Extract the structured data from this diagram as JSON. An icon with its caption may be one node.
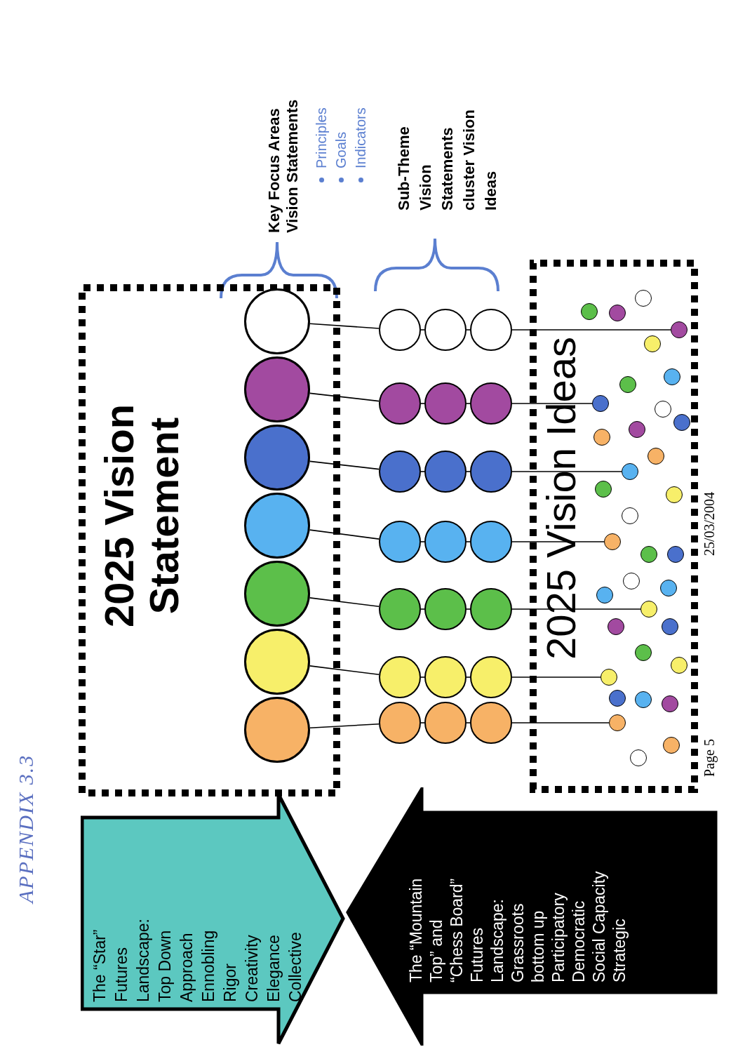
{
  "diagram": {
    "nodes": [
      {
        "text": [
          "2025 Vision Statement"
        ]
      },
      {
        "text": [],
        "shape": "circle",
        "in": 0
      },
      {
        "text": [],
        "shape": "circle",
        "in": 0
      },
      {
        "text": [],
        "shape": "circle",
        "in": 0
      },
      {
        "text": [],
        "shape": "circle",
        "in": 0
      },
      {
        "text": [],
        "shape": "circle",
        "in": 0
      },
      {
        "text": [],
        "shape": "circle",
        "in": 0
      },
      {
        "text": [],
        "shape": "circle",
        "in": 0
      },
      {
        "text": [],
        "shape": "circle"
      },
      {
        "text": [],
        "shape": "circle"
      },
      {
        "text": [],
        "shape": "circle"
      },
      {
        "text": [],
        "shape": "circle"
      },
      {
        "text": [],
        "shape": "circle"
      },
      {
        "text": [],
        "shape": "circle"
      },
      {
        "text": [],
        "shape": "circle"
      },
      {
        "text": [],
        "shape": "circle"
      },
      {
        "text": [],
        "shape": "circle"
      },
      {
        "text": [],
        "shape": "circle"
      },
      {
        "text": [],
        "shape": "circle"
      },
      {
        "text": [],
        "shape": "circle"
      },
      {
        "text": [],
        "shape": "circle"
      },
      {
        "text": [],
        "shape": "circle"
      },
      {
        "text": [],
        "shape": "circle"
      },
      {
        "text": [],
        "shape": "circle"
      },
      {
        "text": [],
        "shape": "circle"
      },
      {
        "text": [],
        "shape": "circle"
      },
      {
        "text": [],
        "shape": "circle"
      },
      {
        "text": [],
        "shape": "circle"
      },
      {
        "text": [],
        "shape": "circle"
      },
      {
        "text": [
          "2025 Vision Ideas"
        ]
      },
      {
        "text": [],
        "shape": "circle",
        "in": 29
      },
      {
        "text": [],
        "shape": "circle",
        "in": 29
      },
      {
        "text": [],
        "shape": "circle",
        "in": 29
      },
      {
        "text": [],
        "shape": "circle",
        "in": 29
      },
      {
        "text": [],
        "shape": "circle",
        "in": 29
      },
      {
        "text": [],
        "shape": "circle",
        "in": 29
      },
      {
        "text": [],
        "shape": "circle",
        "in": 29
      },
      {
        "text": [],
        "shape": "circle",
        "in": 29
      },
      {
        "text": [],
        "shape": "circle",
        "in": 29
      },
      {
        "text": [],
        "shape": "circle",
        "in": 29
      },
      {
        "text": [],
        "shape": "circle",
        "in": 29
      },
      {
        "text": [],
        "shape": "circle",
        "in": 29
      },
      {
        "text": [],
        "shape": "circle",
        "in": 29
      },
      {
        "text": [],
        "shape": "circle",
        "in": 29
      },
      {
        "text": [],
        "shape": "circle",
        "in": 29
      },
      {
        "text": [],
        "shape": "circle",
        "in": 29
      },
      {
        "text": [],
        "shape": "circle",
        "in": 29
      },
      {
        "text": [],
        "shape": "circle",
        "in": 29
      },
      {
        "text": [],
        "shape": "circle",
        "in": 29
      },
      {
        "text": [],
        "shape": "circle",
        "in": 29
      },
      {
        "text": [],
        "shape": "circle",
        "in": 29
      },
      {
        "text": [],
        "shape": "circle",
        "in": 29
      },
      {
        "text": [],
        "shape": "circle",
        "in": 29
      },
      {
        "text": [],
        "shape": "circle",
        "in": 29
      },
      {
        "text": [],
        "shape": "circle",
        "in": 29
      },
      {
        "text": [],
        "shape": "circle",
        "in": 29
      },
      {
        "text": [],
        "shape": "circle",
        "in": 29
      },
      {
        "text": [],
        "shape": "circle",
        "in": 29
      },
      {
        "text": [],
        "shape": "circle",
        "in": 29
      },
      {
        "text": [],
        "shape": "circle",
        "in": 29
      },
      {
        "text": [],
        "shape": "circle",
        "in": 29
      },
      {
        "text": [],
        "shape": "circle",
        "in": 29
      },
      {
        "text": [],
        "shape": "circle",
        "in": 29
      },
      {
        "text": [],
        "shape": "circle",
        "in": 29
      },
      {
        "text": [],
        "shape": "circle",
        "in": 29
      },
      {
        "text": [
          "The “Star” Futures Landscape: Top Down Approach Ennobling Rigor Creativity Elegance Collective"
        ]
      },
      {
        "text": [
          "The “Mountain Top” and “Chess Board” Futures Landscape: Grassroots bottom up Participatory Democratic Social Capacity Strategic"
        ]
      }
    ],
    "edges": [
      {
        "from": 1,
        "to": 8,
        "arrow": "none"
      },
      {
        "from": 8,
        "to": 15,
        "arrow": "none"
      },
      {
        "from": 15,
        "to": 22,
        "arrow": "none"
      },
      {
        "from": 22,
        "to": 32,
        "arrow": "none"
      },
      {
        "from": 2,
        "to": 9,
        "arrow": "none"
      },
      {
        "from": 9,
        "to": 16,
        "arrow": "none"
      },
      {
        "from": 16,
        "to": 23,
        "arrow": "none"
      },
      {
        "from": 23,
        "to": 36,
        "arrow": "none"
      },
      {
        "from": 3,
        "to": 10,
        "arrow": "none"
      },
      {
        "from": 10,
        "to": 17,
        "arrow": "none"
      },
      {
        "from": 17,
        "to": 24,
        "arrow": "none"
      },
      {
        "from": 24,
        "to": 41,
        "arrow": "none"
      },
      {
        "from": 4,
        "to": 11,
        "arrow": "none"
      },
      {
        "from": 11,
        "to": 18,
        "arrow": "none"
      },
      {
        "from": 18,
        "to": 25,
        "arrow": "none"
      },
      {
        "from": 25,
        "to": 47,
        "arrow": "none"
      },
      {
        "from": 5,
        "to": 12,
        "arrow": "none"
      },
      {
        "from": 12,
        "to": 19,
        "arrow": "none"
      },
      {
        "from": 19,
        "to": 26,
        "arrow": "none"
      },
      {
        "from": 26,
        "to": 51,
        "arrow": "none"
      },
      {
        "from": 6,
        "to": 13,
        "arrow": "none"
      },
      {
        "from": 13,
        "to": 20,
        "arrow": "none"
      },
      {
        "from": 20,
        "to": 27,
        "arrow": "none"
      },
      {
        "from": 27,
        "to": 57,
        "arrow": "none"
      },
      {
        "from": 7,
        "to": 14,
        "arrow": "none"
      },
      {
        "from": 14,
        "to": 21,
        "arrow": "none"
      },
      {
        "from": 21,
        "to": 28,
        "arrow": "none"
      },
      {
        "from": 28,
        "to": 61,
        "arrow": "none"
      }
    ],
    "labels": [
      "APPENDIX 3.3",
      "Key Focus Areas Vision Statements",
      "Principles",
      "Goals",
      "Indicators",
      "Sub-Theme Vision Statements cluster Vision Ideas",
      "Page 5",
      "25/03/2004"
    ]
  }
}
